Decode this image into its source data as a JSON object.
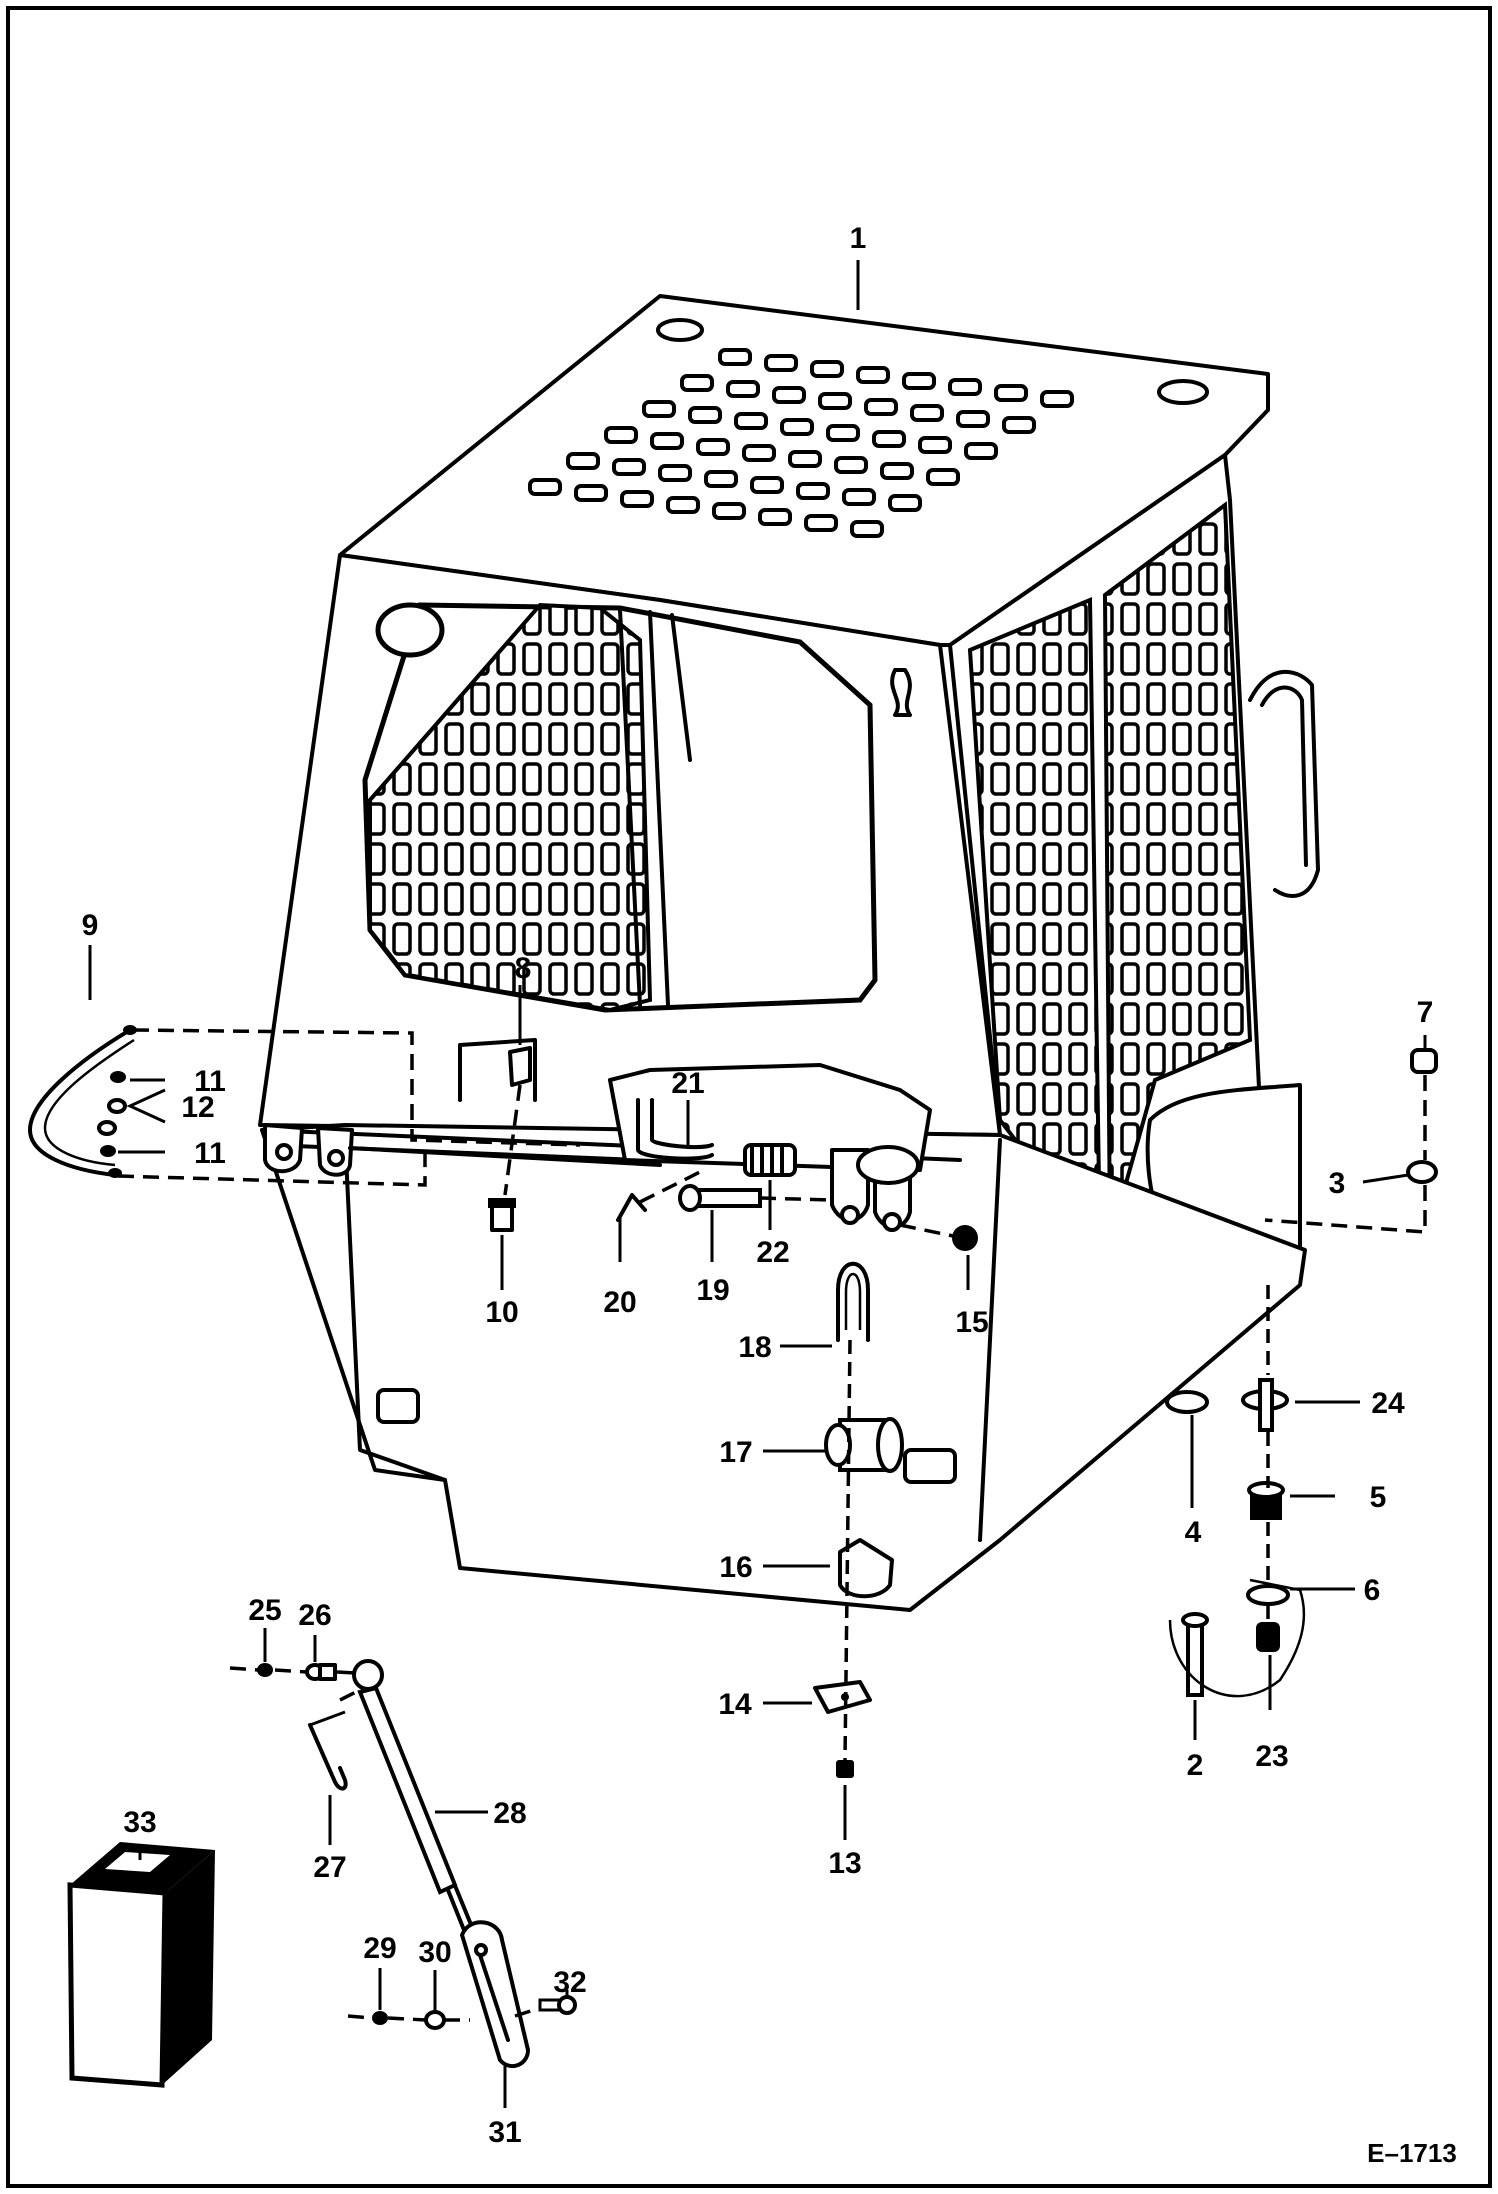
{
  "figure_id": "E–1713",
  "callouts": [
    {
      "id": "1",
      "label": "1"
    },
    {
      "id": "2",
      "label": "2"
    },
    {
      "id": "3",
      "label": "3"
    },
    {
      "id": "4",
      "label": "4"
    },
    {
      "id": "5",
      "label": "5"
    },
    {
      "id": "6",
      "label": "6"
    },
    {
      "id": "7",
      "label": "7"
    },
    {
      "id": "8",
      "label": "8"
    },
    {
      "id": "9",
      "label": "9"
    },
    {
      "id": "10",
      "label": "10"
    },
    {
      "id": "11a",
      "label": "11"
    },
    {
      "id": "11b",
      "label": "11"
    },
    {
      "id": "12",
      "label": "12"
    },
    {
      "id": "13",
      "label": "13"
    },
    {
      "id": "14",
      "label": "14"
    },
    {
      "id": "15",
      "label": "15"
    },
    {
      "id": "16",
      "label": "16"
    },
    {
      "id": "17",
      "label": "17"
    },
    {
      "id": "18",
      "label": "18"
    },
    {
      "id": "19",
      "label": "19"
    },
    {
      "id": "20",
      "label": "20"
    },
    {
      "id": "21",
      "label": "21"
    },
    {
      "id": "22",
      "label": "22"
    },
    {
      "id": "23",
      "label": "23"
    },
    {
      "id": "24",
      "label": "24"
    },
    {
      "id": "25",
      "label": "25"
    },
    {
      "id": "26",
      "label": "26"
    },
    {
      "id": "27",
      "label": "27"
    },
    {
      "id": "28",
      "label": "28"
    },
    {
      "id": "29",
      "label": "29"
    },
    {
      "id": "30",
      "label": "30"
    },
    {
      "id": "31",
      "label": "31"
    },
    {
      "id": "32",
      "label": "32"
    },
    {
      "id": "33",
      "label": "33"
    }
  ]
}
